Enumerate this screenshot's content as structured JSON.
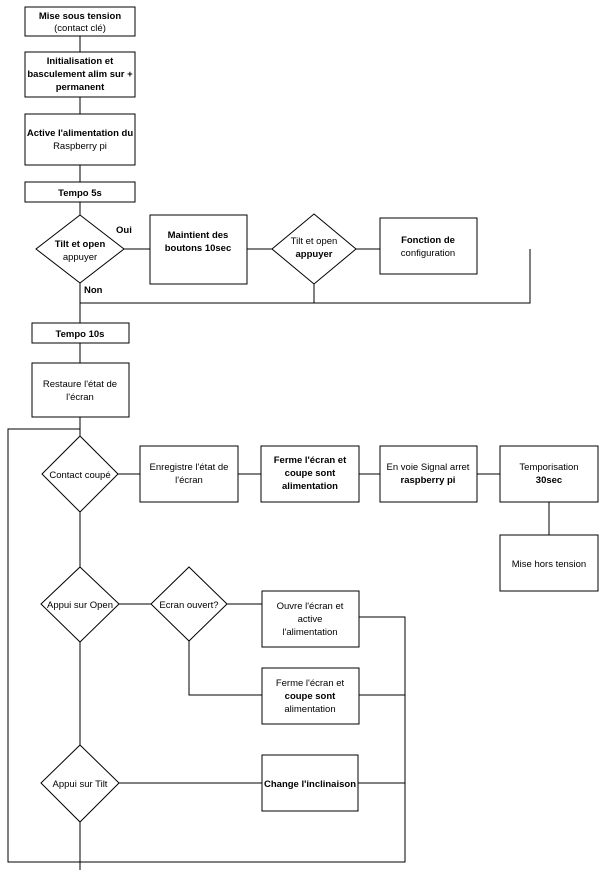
{
  "nodes": {
    "power_on": [
      "Mise sous tension",
      "(contact clé)"
    ],
    "init": [
      "Initialisation et",
      "basculement alim sur +",
      "permanent"
    ],
    "activate_pi": [
      "Active l'alimentation du",
      "Raspberry pi"
    ],
    "tempo5": [
      "Tempo 5s"
    ],
    "tilt_open_1": [
      "Tilt et open",
      "appuyer"
    ],
    "hold_buttons": [
      "Maintient des",
      "boutons 10sec"
    ],
    "tilt_open_2": [
      "Tilt et open",
      "appuyer"
    ],
    "config": [
      "Fonction de",
      "configuration"
    ],
    "tempo10": [
      "Tempo 10s"
    ],
    "restore": [
      "Restaure l'état de",
      "l'écran"
    ],
    "contact_cut": [
      "Contact coupé"
    ],
    "save_state": [
      "Enregistre l'état de",
      "l'écran"
    ],
    "close_screen_1": [
      "Ferme l'écran et",
      "coupe sont",
      "alimentation"
    ],
    "send_signal": [
      "En voie Signal arret",
      "raspberry pi"
    ],
    "timer30": [
      "Temporisation",
      "30sec"
    ],
    "power_off": [
      "Mise hors tension"
    ],
    "press_open": [
      "Appui sur Open"
    ],
    "screen_open": [
      "Ecran ouvert?"
    ],
    "open_screen": [
      "Ouvre l'écran et",
      "active",
      "l'alimentation"
    ],
    "close_screen_2": [
      "Ferme l'écran et",
      "coupe sont",
      "alimentation"
    ],
    "press_tilt": [
      "Appui sur Tilt"
    ],
    "change_tilt": [
      "Change l'inclinaison"
    ]
  },
  "branch_labels": {
    "yes": "Oui",
    "no": "Non"
  }
}
